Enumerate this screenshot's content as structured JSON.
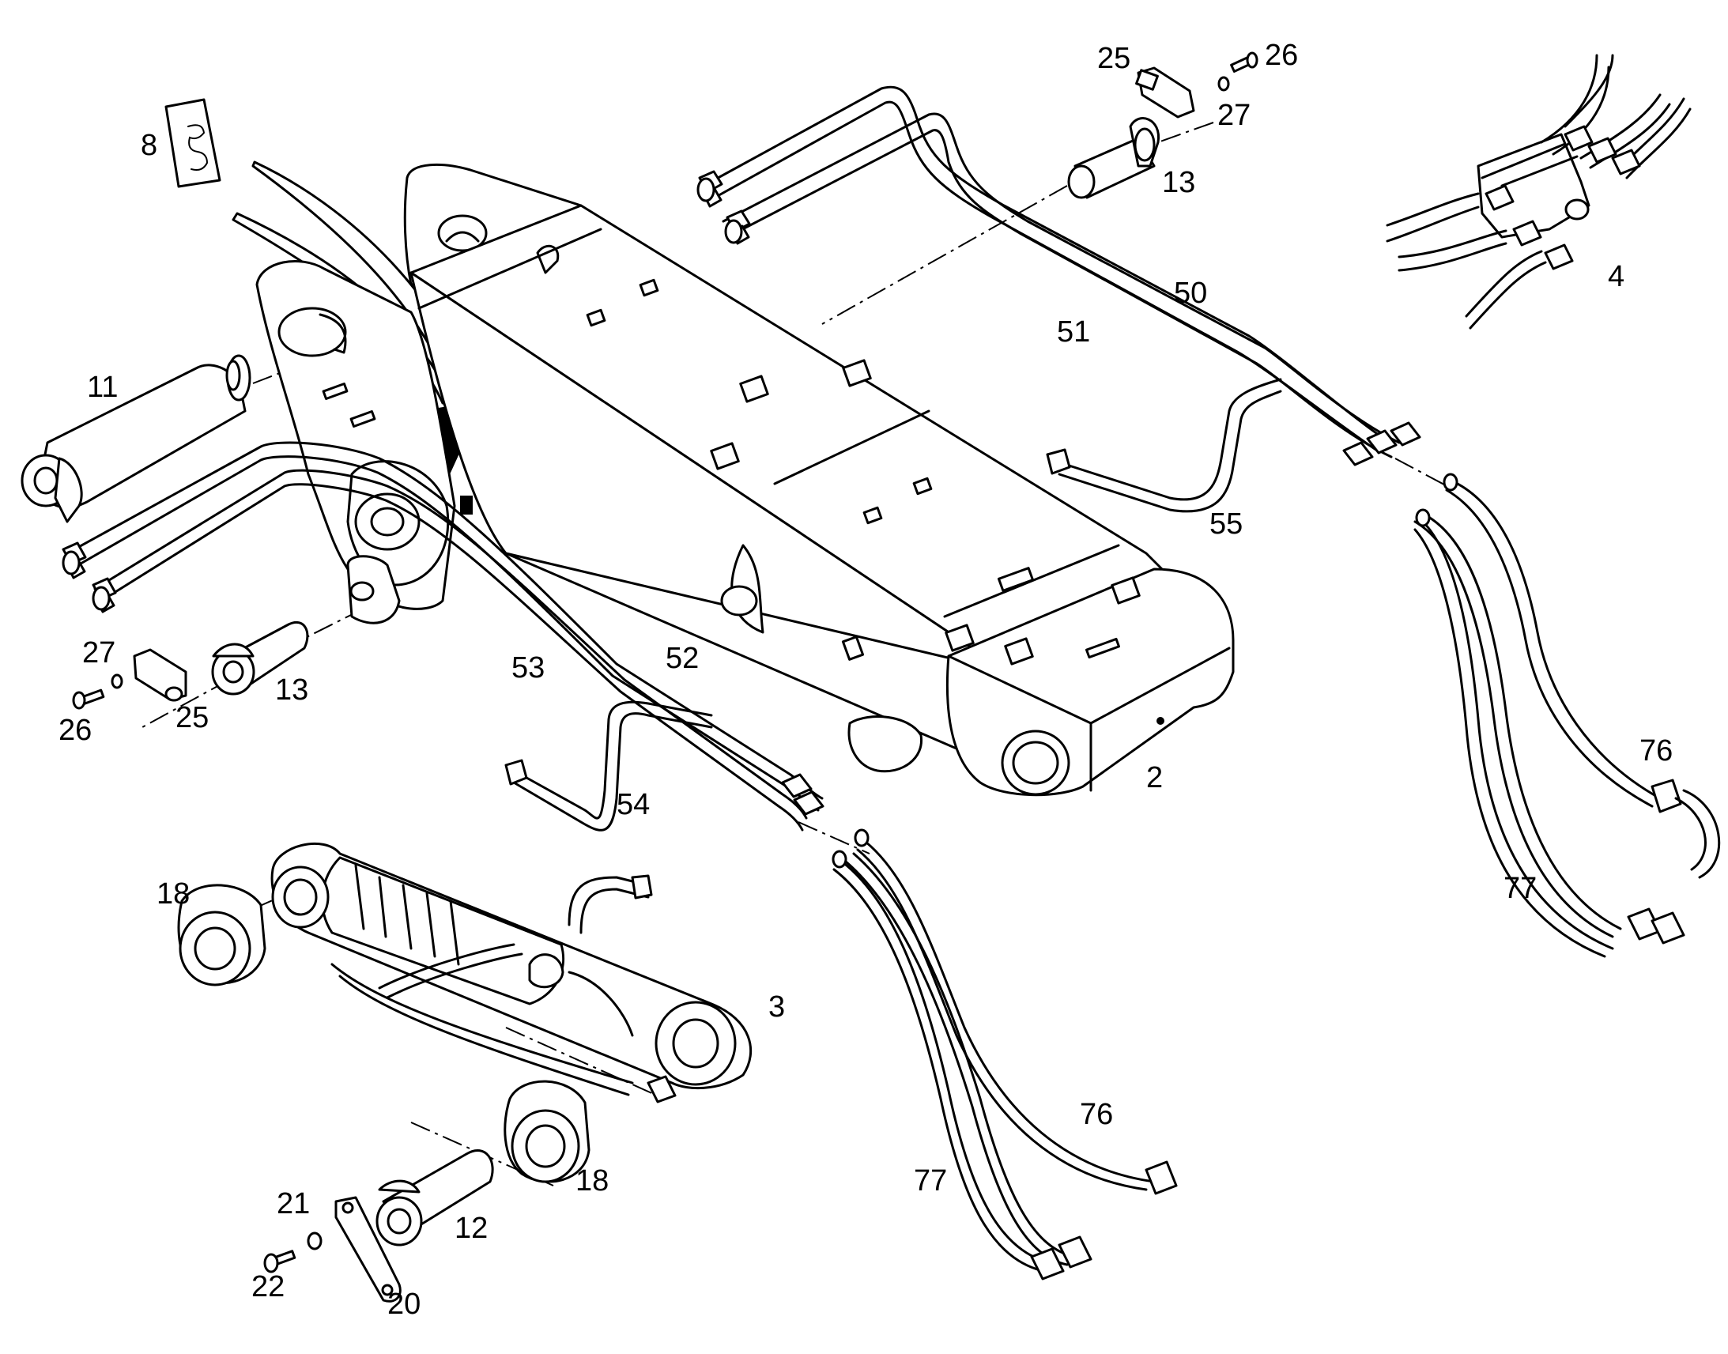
{
  "diagram": {
    "callouts": [
      {
        "id": "label-2",
        "text": "2"
      },
      {
        "id": "label-3",
        "text": "3"
      },
      {
        "id": "label-4",
        "text": "4"
      },
      {
        "id": "label-8",
        "text": "8"
      },
      {
        "id": "label-11",
        "text": "11"
      },
      {
        "id": "label-12",
        "text": "12"
      },
      {
        "id": "label-13-top",
        "text": "13"
      },
      {
        "id": "label-13-left",
        "text": "13"
      },
      {
        "id": "label-18-left",
        "text": "18"
      },
      {
        "id": "label-18-bottom",
        "text": "18"
      },
      {
        "id": "label-20",
        "text": "20"
      },
      {
        "id": "label-21",
        "text": "21"
      },
      {
        "id": "label-22",
        "text": "22"
      },
      {
        "id": "label-25-top",
        "text": "25"
      },
      {
        "id": "label-25-left",
        "text": "25"
      },
      {
        "id": "label-26-top",
        "text": "26"
      },
      {
        "id": "label-26-left",
        "text": "26"
      },
      {
        "id": "label-27-top",
        "text": "27"
      },
      {
        "id": "label-27-left",
        "text": "27"
      },
      {
        "id": "label-50",
        "text": "50"
      },
      {
        "id": "label-51",
        "text": "51"
      },
      {
        "id": "label-52",
        "text": "52"
      },
      {
        "id": "label-53",
        "text": "53"
      },
      {
        "id": "label-54",
        "text": "54"
      },
      {
        "id": "label-55",
        "text": "55"
      },
      {
        "id": "label-76-right",
        "text": "76"
      },
      {
        "id": "label-76-bottom",
        "text": "76"
      },
      {
        "id": "label-77-right",
        "text": "77"
      },
      {
        "id": "label-77-bottom",
        "text": "77"
      }
    ]
  }
}
